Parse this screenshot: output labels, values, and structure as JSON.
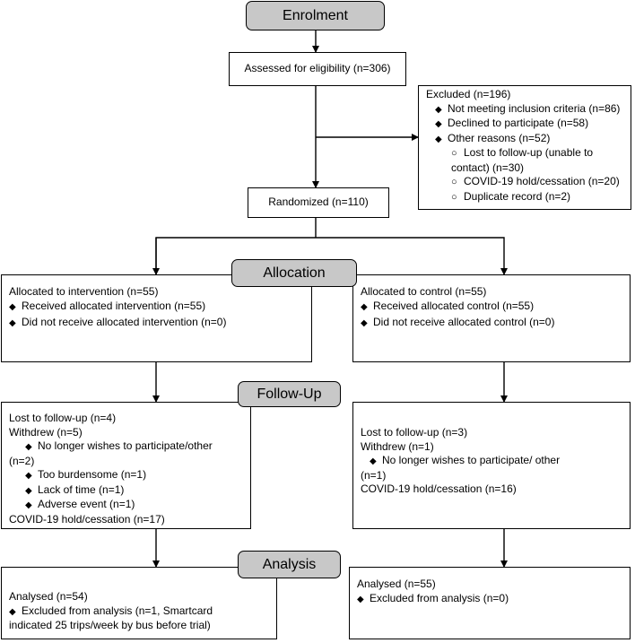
{
  "stages": {
    "enrolment": "Enrolment",
    "allocation": "Allocation",
    "follow_up": "Follow-Up",
    "analysis": "Analysis"
  },
  "assessed": "Assessed for eligibility (n=306)",
  "excluded": {
    "title": "Excluded (n=196)",
    "items": [
      "Not meeting inclusion criteria (n=86)",
      "Declined to participate (n=58)",
      "Other reasons (n=52)"
    ],
    "sub_items": [
      "Lost to follow-up (unable to",
      "contact) (n=30)",
      "COVID-19 hold/cessation (n=20)",
      "Duplicate record (n=2)"
    ]
  },
  "randomized": "Randomized (n=110)",
  "allocation_intervention": {
    "title": "Allocated to intervention (n=55)",
    "items": [
      "Received allocated intervention (n=55)",
      "Did not receive allocated intervention (n=0)"
    ]
  },
  "allocation_control": {
    "title": "Allocated to control (n=55)",
    "items": [
      "Received allocated control (n=55)",
      "Did not receive allocated control (n=0)"
    ]
  },
  "followup_intervention": {
    "lost": "Lost to follow-up (n=4)",
    "withdrew": "Withdrew (n=5)",
    "reason1": "No longer wishes to participate/other",
    "reason1_cont": "(n=2)",
    "reasons": [
      "Too burdensome (n=1)",
      "Lack of time (n=1)",
      "Adverse event (n=1)"
    ],
    "covid": "COVID-19 hold/cessation (n=17)"
  },
  "followup_control": {
    "lost": "Lost to follow-up (n=3)",
    "withdrew": "Withdrew (n=1)",
    "reason1": "No longer wishes to participate/ other",
    "reason1_cont": "(n=1)",
    "covid": "COVID-19 hold/cessation (n=16)"
  },
  "analysis_intervention": {
    "title": "Analysed (n=54)",
    "item_line1": "Excluded from analysis (n=1, Smartcard",
    "item_line2": "indicated 25 trips/week by bus before trial)"
  },
  "analysis_control": {
    "title": "Analysed (n=55)",
    "item": "Excluded from analysis (n=0)"
  },
  "glyphs": {
    "bullet": "◆",
    "circle": "○"
  }
}
